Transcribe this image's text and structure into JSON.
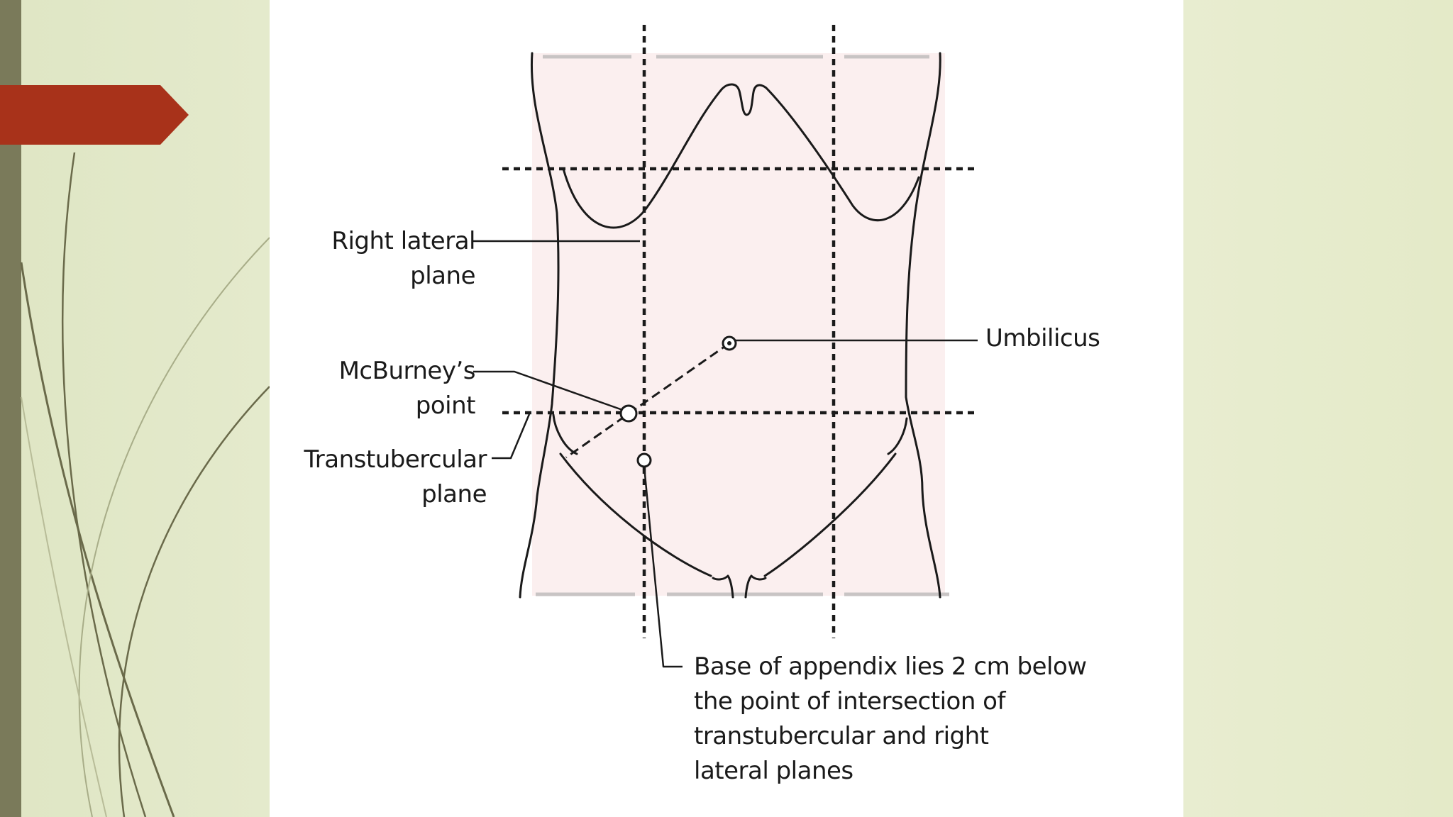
{
  "theme": {
    "accent": "#a8321a",
    "side_bar": "#7a7a5a",
    "skin": "#fbefef",
    "stroke": "#1a1a1a"
  },
  "labels": {
    "right_lateral_plane": "Right lateral\nplane",
    "umbilicus": "Umbilicus",
    "mcburneys_point": "McBurney’s\npoint",
    "transtubercular_plane": "Transtubercular\nplane",
    "appendix_note": "Base of appendix lies 2 cm below\nthe point of intersection of\ntranstubercular and right\nlateral planes"
  }
}
